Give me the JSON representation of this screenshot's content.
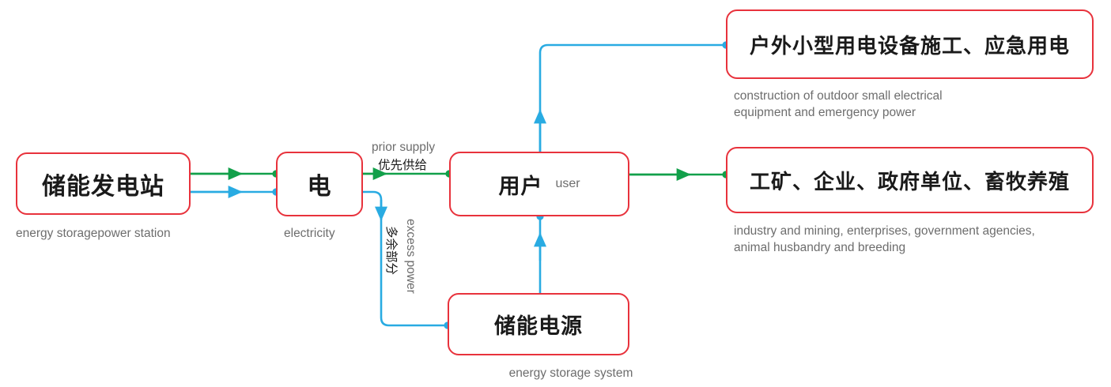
{
  "diagram": {
    "title_hidden": "energy storage power flow diagram",
    "colors": {
      "box_border": "#e8323c",
      "flow_primary": "#12a04a",
      "flow_secondary": "#29abe2",
      "caption_text": "#6d6d6d",
      "node_text": "#1a1a1a",
      "background": "#ffffff"
    },
    "nodes": [
      {
        "id": "power-station",
        "label_cn": "储能发电站",
        "label_en": "",
        "caption": "energy storagepower station"
      },
      {
        "id": "electricity",
        "label_cn": "电",
        "label_en": "",
        "caption": "electricity"
      },
      {
        "id": "user",
        "label_cn": "用户",
        "label_en": "user",
        "caption": ""
      },
      {
        "id": "storage-system",
        "label_cn": "储能电源",
        "label_en": "",
        "caption": "energy storage system"
      },
      {
        "id": "outdoor-equipment",
        "label_cn": "户外小型用电设备施工、应急用电",
        "label_en": "",
        "caption": "construction of outdoor small electrical\nequipment and emergency power"
      },
      {
        "id": "industry",
        "label_cn": "工矿、企业、政府单位、畜牧养殖",
        "label_en": "",
        "caption": "industry and mining, enterprises, government agencies,\nanimal husbandry and breeding"
      }
    ],
    "edge_labels": [
      {
        "id": "prior-supply",
        "en": "prior supply",
        "cn": "优先供给"
      },
      {
        "id": "excess-power",
        "en": "excess power",
        "cn": "多余部分"
      }
    ]
  }
}
